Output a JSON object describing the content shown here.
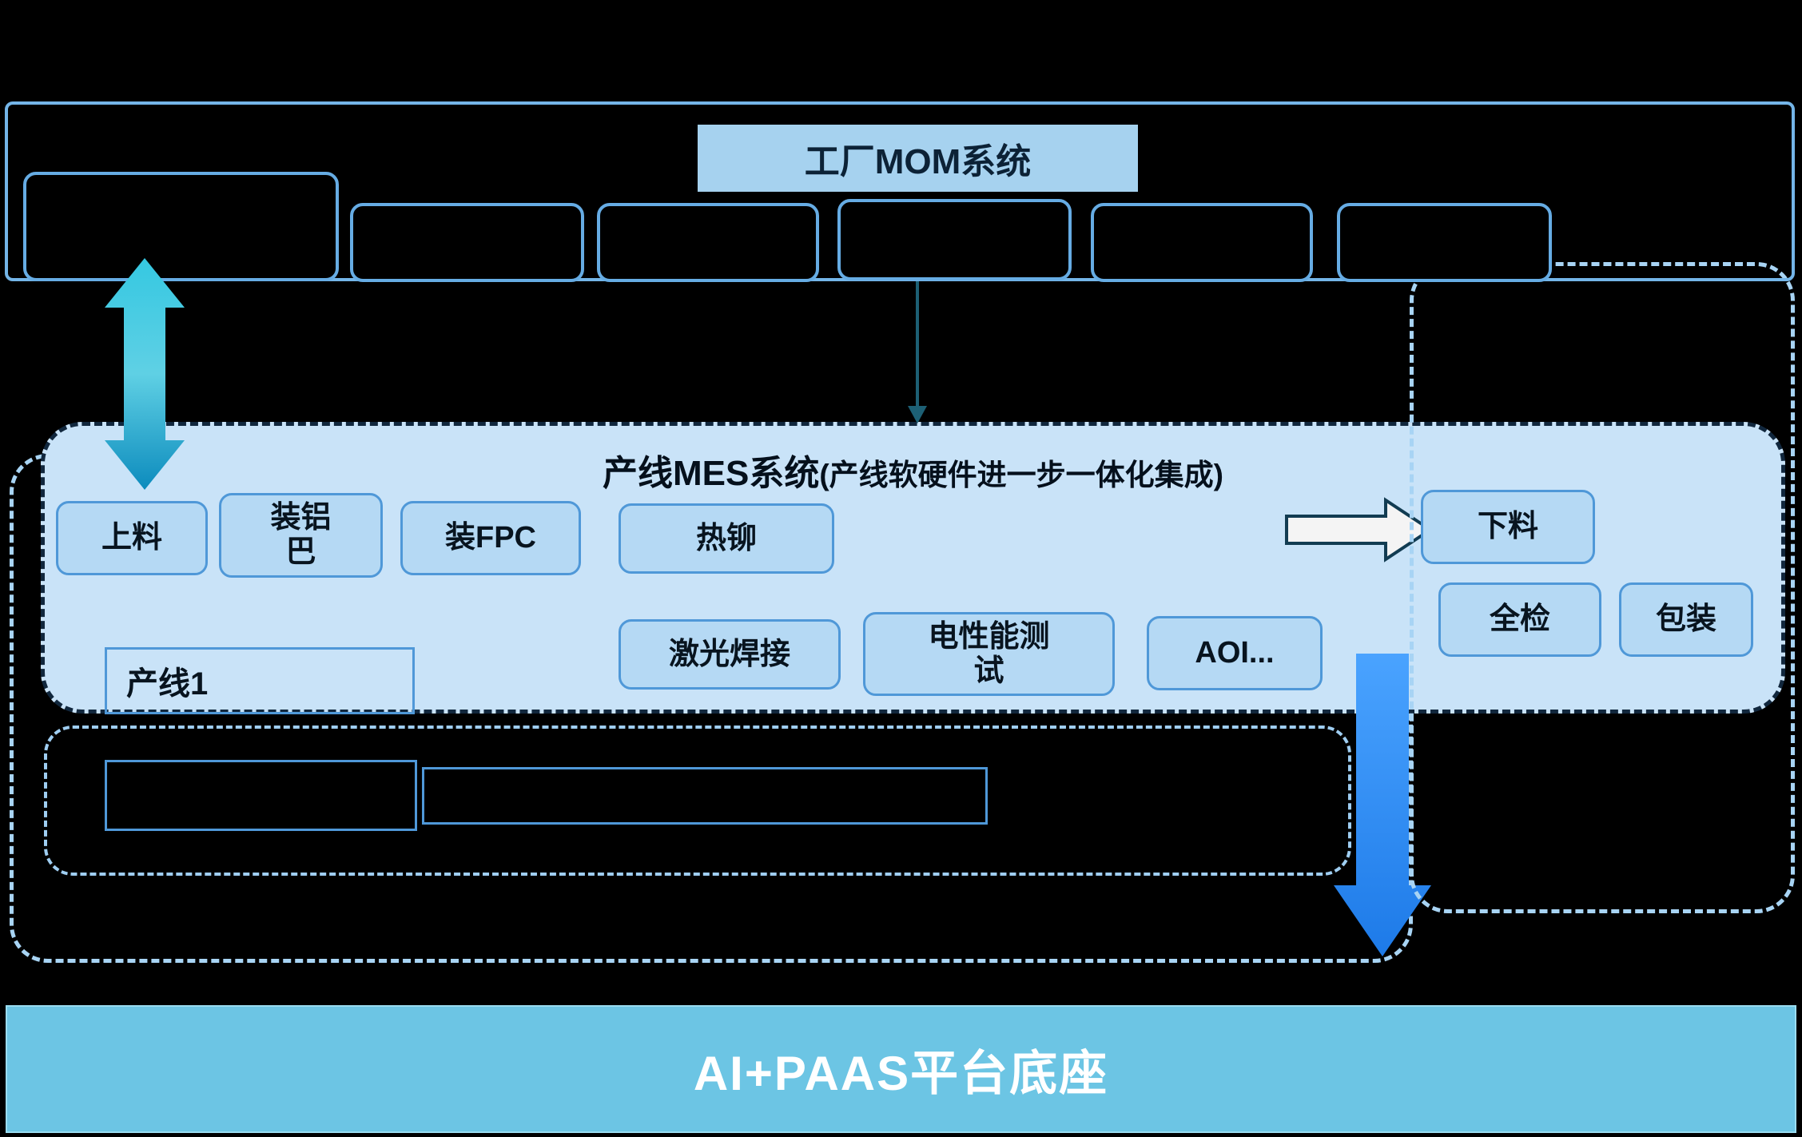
{
  "mom": {
    "title": "工厂MOM系统"
  },
  "mes": {
    "title_main": "产线MES系统",
    "title_sub": "(产线软硬件进一步一体化集成)",
    "line_label": "产线1",
    "stations_row1": [
      "上料",
      "装铝\n巴",
      "装FPC",
      "热铆"
    ],
    "stations_row2": [
      "激光焊接",
      "电性能测\n试",
      "AOI..."
    ]
  },
  "outbound": {
    "stations": [
      "下料",
      "全检",
      "包装"
    ]
  },
  "platform": {
    "label": "AI+PAAS平台底座"
  },
  "colors": {
    "panel_blue": "#c9e3f8",
    "station_blue": "#b5d9f4",
    "border_blue": "#66ace4",
    "dashed_blue": "#a8d4f4",
    "banner_blue": "#6cc5e4",
    "arrow_teal": "#18a8c8",
    "arrow_blue": "#2e8ef5"
  }
}
